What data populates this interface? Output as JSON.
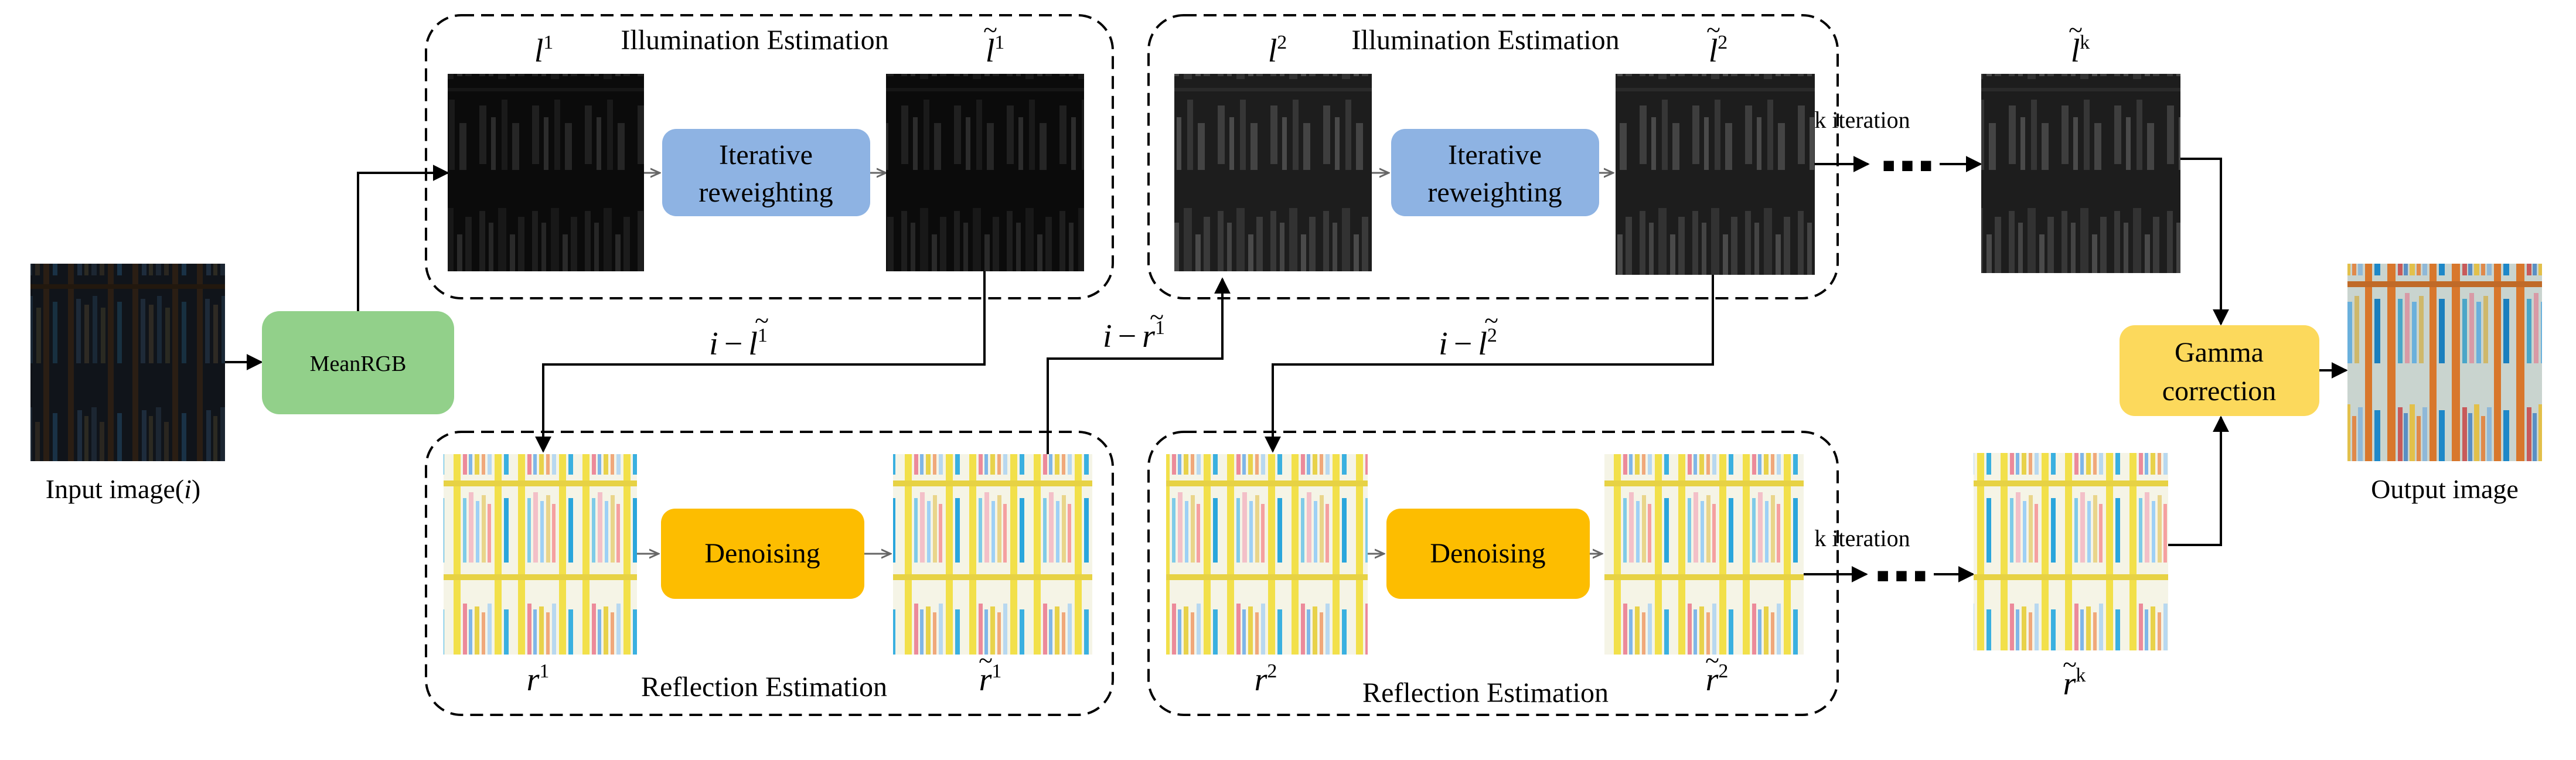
{
  "input": {
    "caption": "Input image(",
    "caption_var": "i",
    "caption_end": ")"
  },
  "meanrgb": {
    "label": "MeanRGB"
  },
  "stage1": {
    "illum_title": "Illumination Estimation",
    "refl_title": "Reflection Estimation",
    "l_label": "l",
    "l_sup": "1",
    "lt_label": "l",
    "lt_sup": "1",
    "r_label": "r",
    "r_sup": "1",
    "rt_label": "r",
    "rt_sup": "1",
    "iter_label_1": "Iterative",
    "iter_label_2": "reweighting",
    "denoise_label": "Denoising"
  },
  "stage2": {
    "illum_title": "Illumination Estimation",
    "refl_title": "Reflection Estimation",
    "l_label": "l",
    "l_sup": "2",
    "lt_label": "l",
    "lt_sup": "2",
    "r_label": "r",
    "r_sup": "2",
    "rt_label": "r",
    "rt_sup": "2",
    "iter_label_1": "Iterative",
    "iter_label_2": "reweighting",
    "denoise_label": "Denoising"
  },
  "edges": {
    "sub_l1": {
      "pre": "i",
      "op": "−",
      "var": "l",
      "sup": "1"
    },
    "sub_r1": {
      "pre": "i",
      "op": "−",
      "var": "r",
      "sup": "1"
    },
    "sub_l2": {
      "pre": "i",
      "op": "−",
      "var": "l",
      "sup": "2"
    },
    "k_iter_top": "k iteration",
    "k_iter_bottom": "k iteration",
    "dots": "■ ■ ■"
  },
  "final": {
    "lk_label": "l",
    "lk_sup": "k",
    "rk_label": "r",
    "rk_sup": "k",
    "gamma_1": "Gamma",
    "gamma_2": "correction",
    "output_caption": "Output image"
  },
  "colors": {
    "meanrgb": "#92d08a",
    "iterative": "#8eb3e3",
    "denoising": "#fdbd00",
    "gamma": "#fcd95c",
    "illum_dark": "#101010",
    "refl_bright": "#f2f3e3"
  }
}
